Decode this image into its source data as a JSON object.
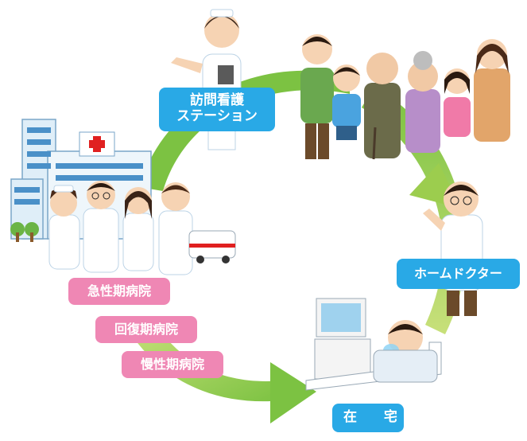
{
  "labels": {
    "station_line1": "訪問看護",
    "station_line2": "ステーション",
    "home_doctor": "ホームドクター",
    "home": "在 宅",
    "acute": "急性期病院",
    "recovery": "回復期病院",
    "chronic": "慢性期病院"
  },
  "colors": {
    "arrow_dark": "#7cc242",
    "arrow_light": "#c8e07a",
    "label_blue": "#29a9e6",
    "label_pink": "#ef87b4"
  }
}
